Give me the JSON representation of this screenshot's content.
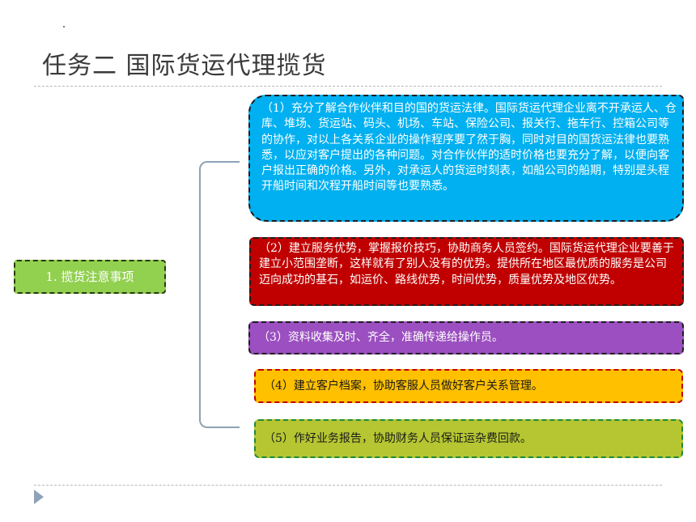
{
  "slide": {
    "title": "任务二 国际货运代理揽货",
    "topic": "1. 揽货注意事项",
    "nodes": [
      "（1）充分了解合作伙伴和目的国的货运法律。国际货运代理企业离不开承运人、仓库、堆场、货运站、码头、机场、车站、保险公司、报关行、拖车行、控箱公司等的协作，对以上各关系企业的操作程序要了然于胸，同时对目的国货运法律也要熟悉，以应对客户提出的各种问题。对合作伙伴的适时价格也要充分了解，以便向客户报出正确的价格。另外，对承运人的货运时刻表，如船公司的船期，特别是头程开船时间和次程开船时间等也要熟悉。",
      "（2）建立服务优势，掌握报价技巧，协助商务人员签约。国际货运代理企业要善于建立小范围垄断，这样就有了别人没有的优势。提供所在地区最优质的服务是公司迈向成功的基石，如运价、路线优势，时间优势，质量优势及地区优势。",
      "（3）资料收集及时、齐全，准确传递给操作员。",
      "（4）建立客户档案，协助客服人员做好客户关系管理。",
      "（5）作好业务报告，协助财务人员保证运杂费回款。"
    ]
  },
  "colors": {
    "node1": "#00b0f0",
    "node2": "#c00000",
    "node3": "#9b4fc0",
    "node4": "#ffc000",
    "node5": "#b5c632",
    "topic": "#92d050"
  },
  "icons": {
    "nav": "triangle-right-icon"
  }
}
